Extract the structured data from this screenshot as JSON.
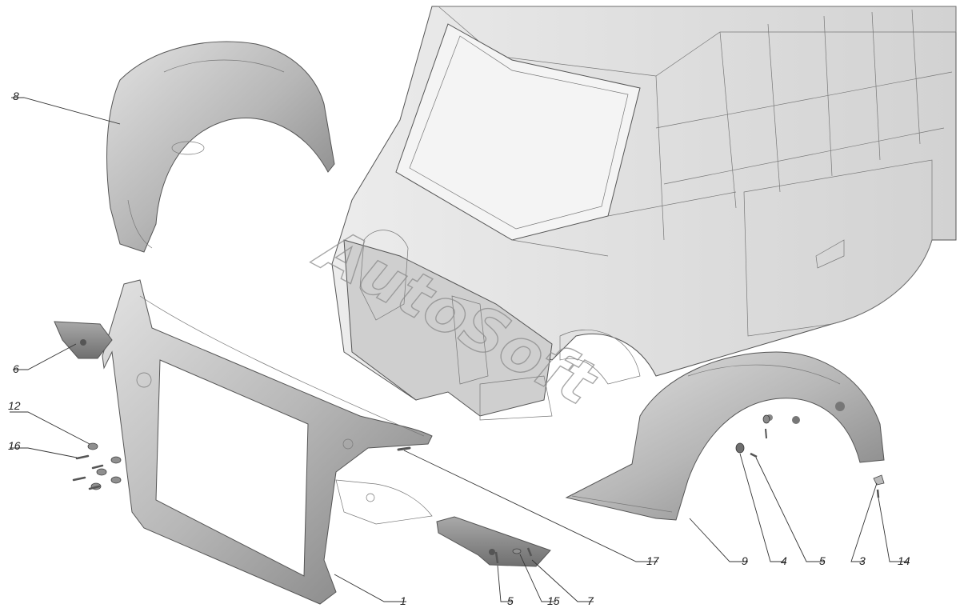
{
  "watermark": "AutoSoft",
  "callouts": [
    {
      "id": "c8",
      "label": "8"
    },
    {
      "id": "c6",
      "label": "6"
    },
    {
      "id": "c12",
      "label": "12"
    },
    {
      "id": "c16",
      "label": "16"
    },
    {
      "id": "c17",
      "label": "17"
    },
    {
      "id": "c1",
      "label": "1"
    },
    {
      "id": "c5a",
      "label": "5"
    },
    {
      "id": "c15",
      "label": "15"
    },
    {
      "id": "c7",
      "label": "7"
    },
    {
      "id": "c9",
      "label": "9"
    },
    {
      "id": "c4",
      "label": "4"
    },
    {
      "id": "c5b",
      "label": "5"
    },
    {
      "id": "c3",
      "label": "3"
    },
    {
      "id": "c14",
      "label": "14"
    }
  ],
  "colors": {
    "part_fill": "#c9c9c9",
    "part_dark": "#8f8f8f",
    "body_fill": "#dcdcdc"
  }
}
